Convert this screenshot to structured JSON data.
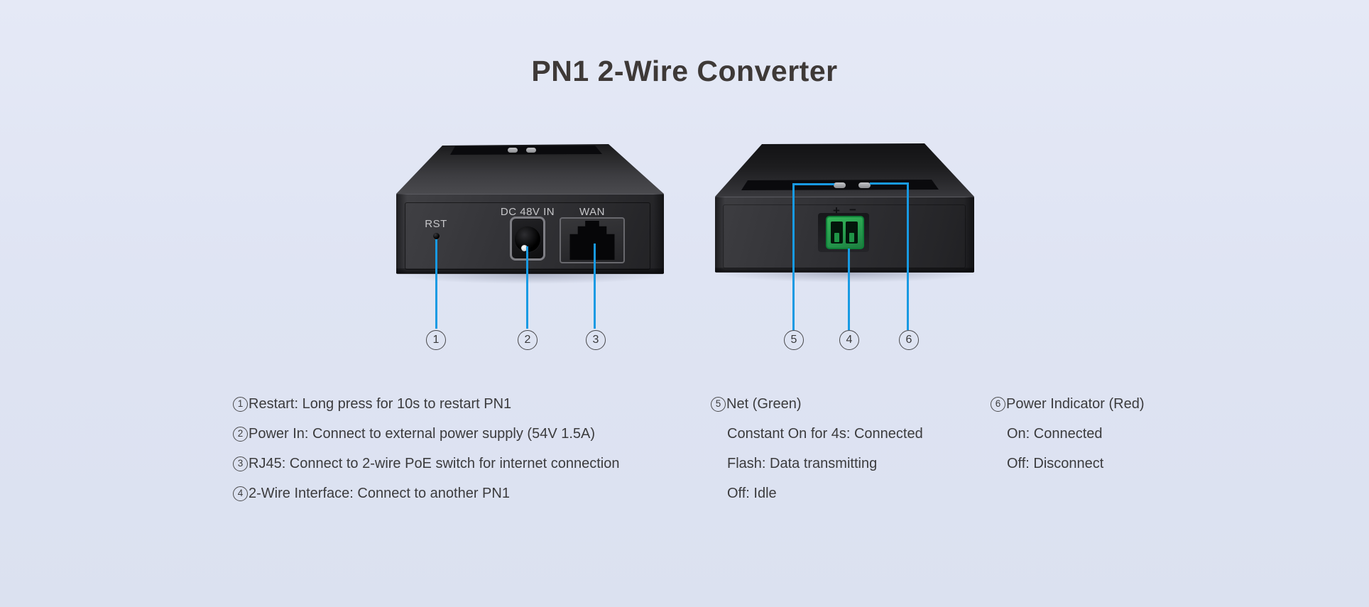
{
  "page": {
    "title": "PN1 2-Wire Converter",
    "background_color": "#dfe4f3",
    "accent_blue": "#189ae3",
    "terminal_green": "#2ba24d",
    "device_black": "#2c2c2f"
  },
  "device_front": {
    "rst_label": "RST",
    "dc_label": "DC 48V  IN",
    "wan_label": "WAN",
    "callouts": [
      "1",
      "2",
      "3"
    ]
  },
  "device_back": {
    "plus_label": "+",
    "minus_label": "−",
    "callouts": [
      "5",
      "4",
      "6"
    ]
  },
  "legend": {
    "col1": [
      {
        "num": "1",
        "text": "Restart: Long press for 10s to restart PN1"
      },
      {
        "num": "2",
        "text": "Power In: Connect to external power supply (54V 1.5A)"
      },
      {
        "num": "3",
        "text": "RJ45: Connect to 2-wire PoE switch for internet connection"
      },
      {
        "num": "4",
        "text": "2-Wire Interface: Connect to another PN1"
      }
    ],
    "col2": [
      {
        "num": "5",
        "text": "Net (Green)"
      },
      {
        "text": "Constant On for 4s: Connected"
      },
      {
        "text": "Flash: Data transmitting"
      },
      {
        "text": "Off: Idle"
      }
    ],
    "col3": [
      {
        "num": "6",
        "text": "Power Indicator (Red)"
      },
      {
        "text": "On: Connected"
      },
      {
        "text": "Off: Disconnect"
      }
    ]
  }
}
